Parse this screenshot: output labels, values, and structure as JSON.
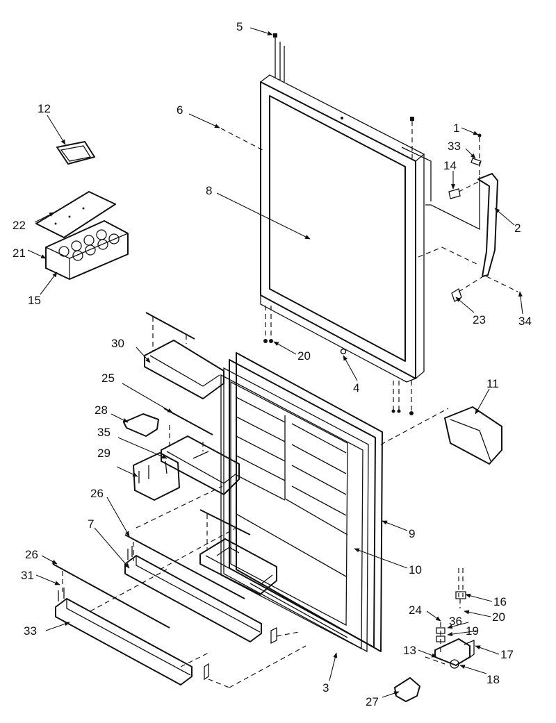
{
  "callouts": [
    "1",
    "2",
    "3",
    "4",
    "5",
    "6",
    "7",
    "8",
    "9",
    "10",
    "11",
    "12",
    "13",
    "14",
    "15",
    "16",
    "17",
    "18",
    "19",
    "20",
    "20",
    "21",
    "22",
    "23",
    "24",
    "25",
    "26",
    "26",
    "27",
    "28",
    "29",
    "30",
    "31",
    "33",
    "33",
    "34",
    "35",
    "36"
  ],
  "colors": {
    "line": "#111111",
    "background": "#ffffff"
  }
}
